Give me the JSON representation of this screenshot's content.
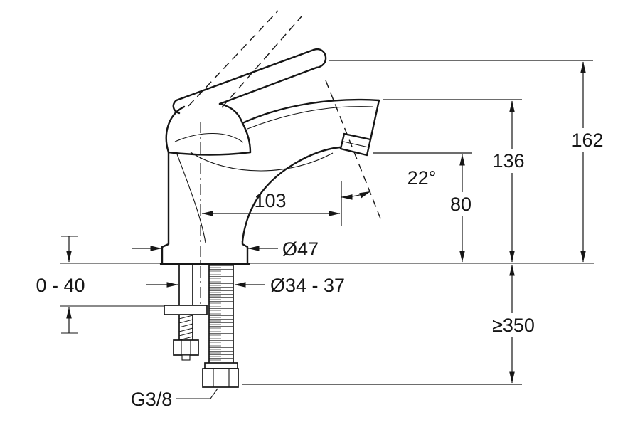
{
  "dimensions": {
    "total_height": "162",
    "spout_height": "136",
    "outlet_height": "80",
    "spout_reach": "103",
    "spout_angle": "22°",
    "base_diameter": "Ø47",
    "hole_diameter": "Ø34 - 37",
    "deck_thickness": "0 - 40",
    "hose_length": "≥350",
    "connection_thread": "G3/8"
  },
  "colors": {
    "line": "#161616",
    "background": "#ffffff"
  }
}
